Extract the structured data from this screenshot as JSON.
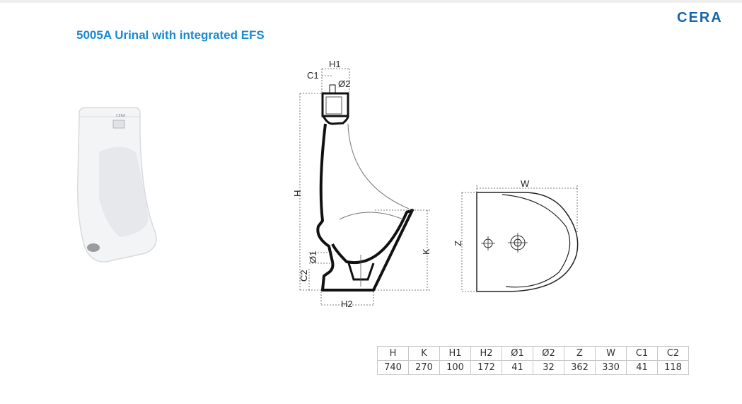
{
  "brand": "CERA",
  "title": "5005A Urinal with integrated EFS",
  "side_view_labels": {
    "h1": "H1",
    "c1": "C1",
    "d2": "Ø2",
    "h": "H",
    "k": "K",
    "d1": "Ø1",
    "c2": "C2",
    "h2": "H2"
  },
  "front_view_labels": {
    "w": "W",
    "z": "Z"
  },
  "table": {
    "headers": [
      "H",
      "K",
      "H1",
      "H2",
      "Ø1",
      "Ø2",
      "Z",
      "W",
      "C1",
      "C2"
    ],
    "values": [
      "740",
      "270",
      "100",
      "172",
      "41",
      "32",
      "362",
      "330",
      "41",
      "118"
    ]
  },
  "colors": {
    "brand": "#1565b0",
    "title": "#1a8ad0"
  }
}
